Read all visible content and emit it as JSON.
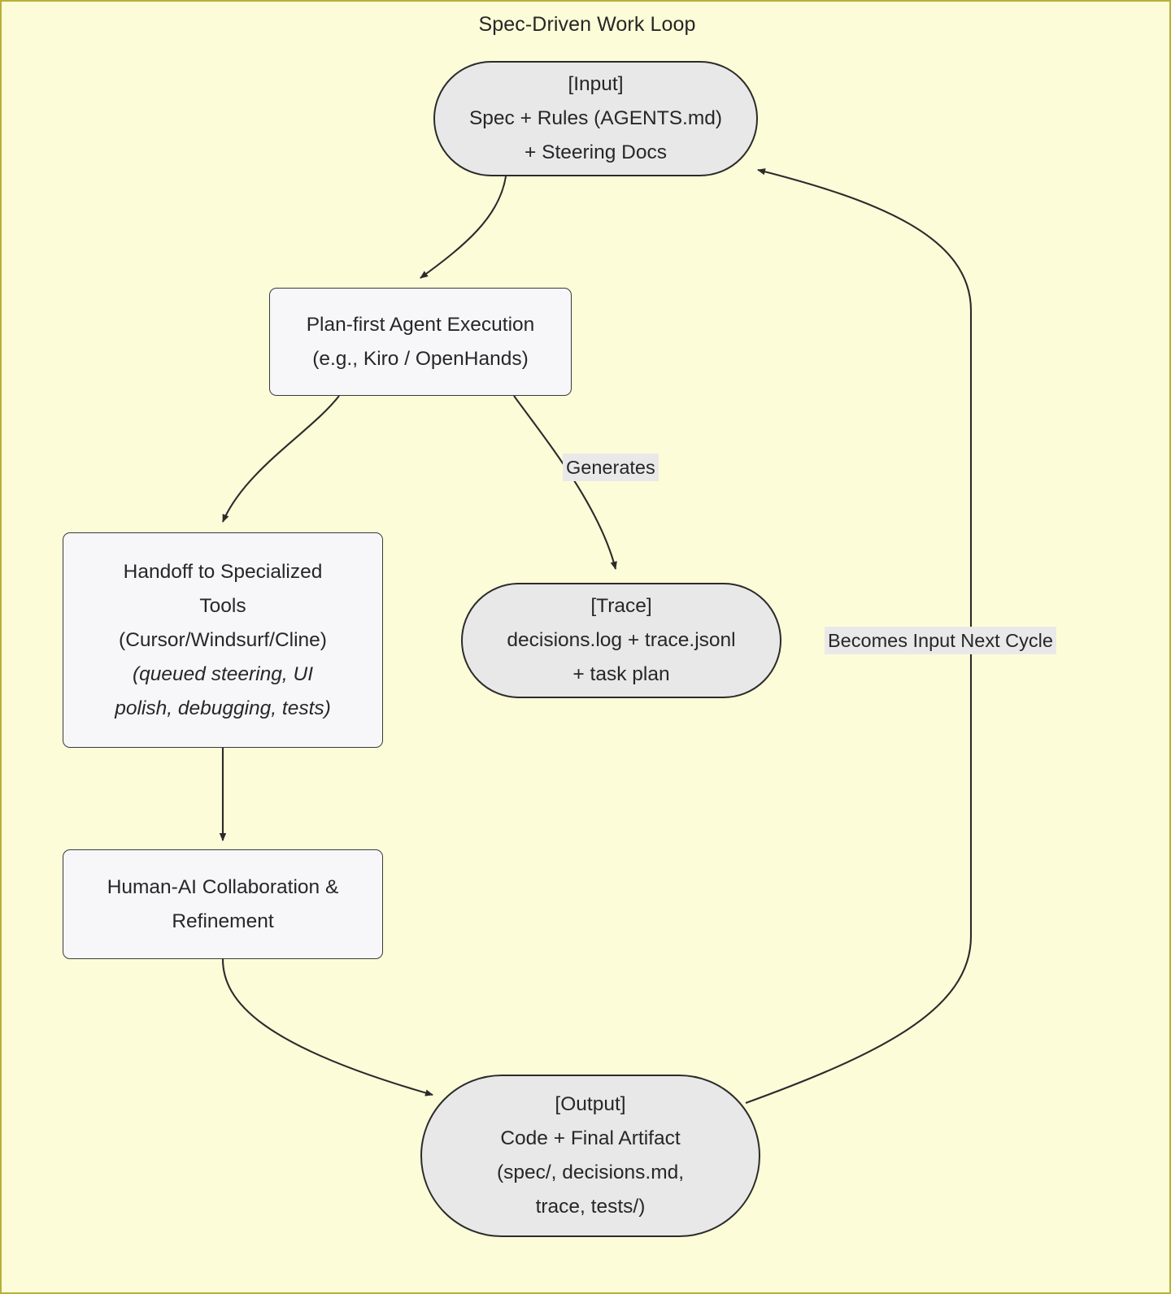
{
  "diagram": {
    "title": "Spec-Driven Work Loop",
    "type": "flowchart",
    "direction": "top-down-loop",
    "colors": {
      "canvas_background": "#fdfcd9",
      "canvas_border": "#b9b037",
      "stadium_fill": "#e8e8e8",
      "stadium_stroke": "#2b2b2b",
      "rect_fill": "#f7f7f9",
      "rect_stroke": "#3a3a3a",
      "edge_stroke": "#2b2b2b",
      "edge_label_background": "#e9e9e9",
      "text": "#27272a"
    }
  },
  "nodes": [
    {
      "id": "input",
      "shape": "stadium",
      "lines": [
        "[Input]",
        "Spec + Rules (AGENTS.md)",
        "+ Steering Docs"
      ]
    },
    {
      "id": "plan",
      "shape": "rect",
      "lines": [
        "Plan-first Agent Execution",
        "(e.g., Kiro / OpenHands)"
      ]
    },
    {
      "id": "handoff",
      "shape": "rect",
      "lines": [
        "Handoff to Specialized",
        "Tools",
        "(Cursor/Windsurf/Cline)",
        "(queued steering, UI",
        "polish, debugging, tests)"
      ],
      "italic_lines": [
        3,
        4
      ]
    },
    {
      "id": "trace",
      "shape": "stadium",
      "lines": [
        "[Trace]",
        "decisions.log + trace.jsonl",
        "+ task plan"
      ]
    },
    {
      "id": "human",
      "shape": "rect",
      "lines": [
        "Human-AI Collaboration &",
        "Refinement"
      ]
    },
    {
      "id": "output",
      "shape": "stadium",
      "lines": [
        "[Output]",
        "Code + Final Artifact",
        "(spec/, decisions.md,",
        "trace, tests/)"
      ]
    }
  ],
  "edges": [
    {
      "from": "input",
      "to": "plan",
      "label": ""
    },
    {
      "from": "plan",
      "to": "handoff",
      "label": ""
    },
    {
      "from": "plan",
      "to": "trace",
      "label": "Generates"
    },
    {
      "from": "handoff",
      "to": "human",
      "label": ""
    },
    {
      "from": "human",
      "to": "output",
      "label": ""
    },
    {
      "from": "output",
      "to": "input",
      "label": "Becomes Input Next Cycle"
    }
  ],
  "edge_labels": {
    "generates": "Generates",
    "becomes_input": "Becomes Input Next Cycle"
  }
}
